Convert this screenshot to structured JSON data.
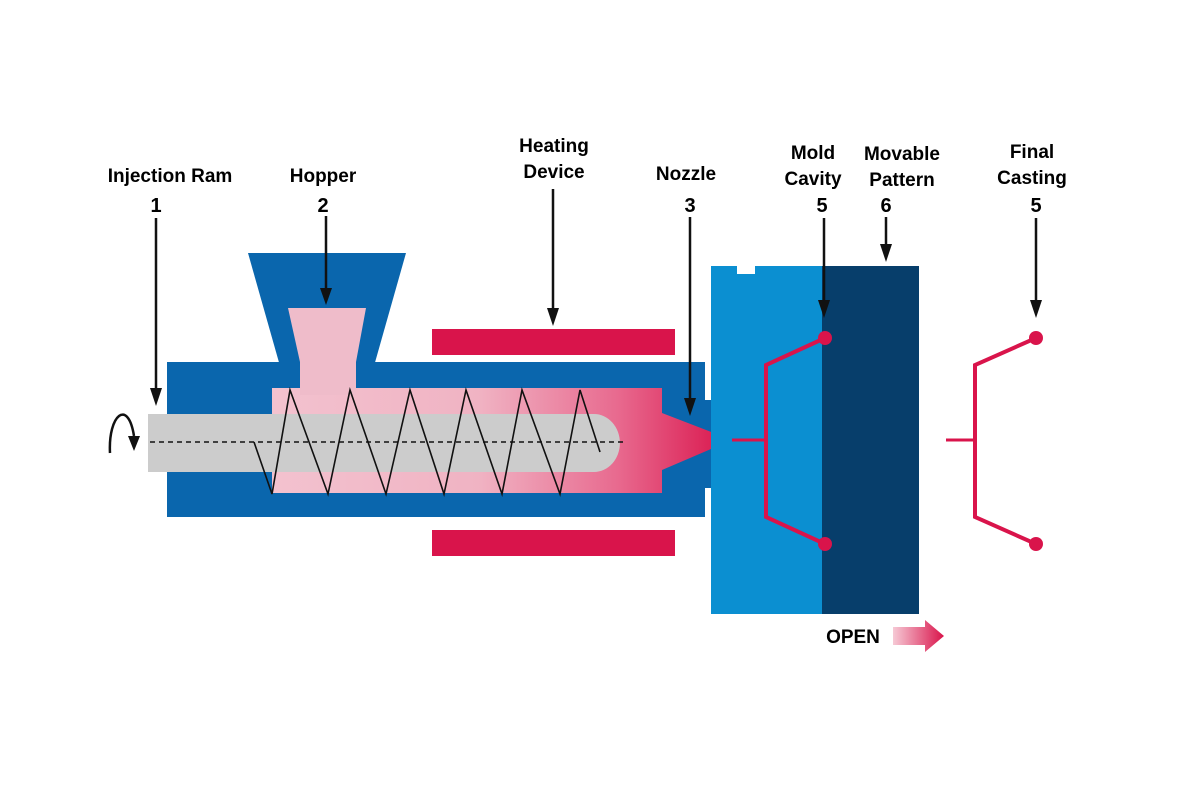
{
  "colors": {
    "barrel": "#0a66ad",
    "mold_fixed": "#0b8fd1",
    "mold_movable": "#073e6b",
    "melt": "#d9144b",
    "heater": "#d9144b",
    "pellet": "#efbcca",
    "ram": "#cccccc"
  },
  "labels": {
    "injection_ram": {
      "text": "Injection Ram",
      "number": "1"
    },
    "hopper": {
      "text": "Hopper",
      "number": "2"
    },
    "heating_device": {
      "line1": "Heating",
      "line2": "Device"
    },
    "nozzle": {
      "text": "Nozzle",
      "number": "3"
    },
    "mold_cavity": {
      "line1": "Mold",
      "line2": "Cavity",
      "number": "5"
    },
    "movable_pattern": {
      "line1": "Movable",
      "line2": "Pattern",
      "number": "6"
    },
    "final_casting": {
      "line1": "Final",
      "line2": "Casting",
      "number": "5"
    }
  },
  "open_label": "OPEN"
}
